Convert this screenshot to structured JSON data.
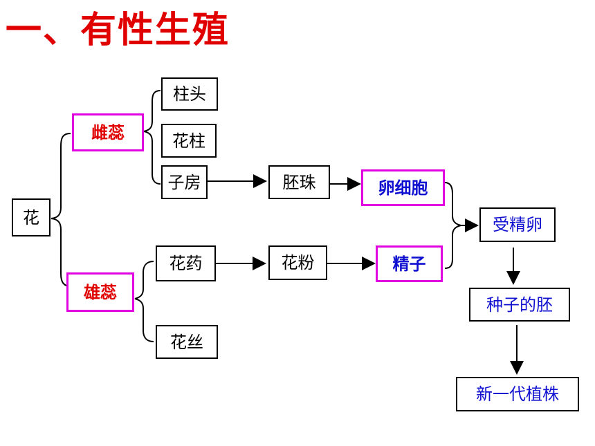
{
  "title": "一、有性生殖",
  "nodes": {
    "flower": "花",
    "pistil": "雌蕊",
    "stamen": "雄蕊",
    "stigma": "柱头",
    "style": "花柱",
    "ovary": "子房",
    "ovule": "胚珠",
    "egg_cell": "卵细胞",
    "anther": "花药",
    "filament": "花丝",
    "pollen": "花粉",
    "sperm": "精子",
    "zygote": "受精卵",
    "embryo": "种子的胚",
    "new_plant": "新一代植株"
  },
  "colors": {
    "title": "#e00000",
    "highlight_border": "#e000e0",
    "pistil_stamen_text": "#e00000",
    "reproductive_text": "#1010d0"
  }
}
